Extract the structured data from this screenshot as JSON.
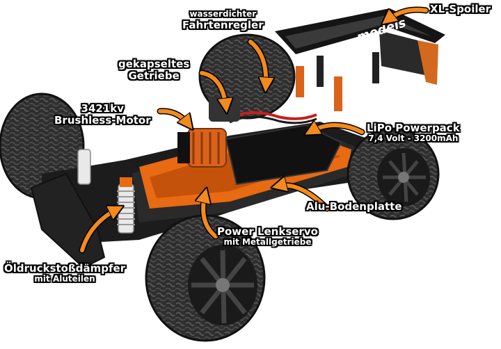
{
  "labels": {
    "xl_spoiler": "XL-Spoiler",
    "regler_line1": "wasserdichter",
    "regler_line2": "Fahrtenregler",
    "getriebe_line1": "gekapseltes",
    "getriebe_line2": "Getriebe",
    "motor_line1": "3421kv",
    "motor_line2": "Brushless-Motor",
    "lipo_line1": "LiPo Powerpack",
    "lipo_line2": "7,4 Volt - 3200mAh",
    "bodenplatte": "Alu-Bodenplatte",
    "lenkservo_line1": "Power Lenkservo",
    "lenkservo_line2": "mit Metallgetriebe",
    "daempfer_line1": "Öldruckstoßdämpfer",
    "daempfer_line2": "mit Aluteilen"
  },
  "spoiler_logo": "models",
  "colors": {
    "arrow": "#f28a1e",
    "chassis_orange": "#e86a12",
    "tire": "#2b2b2b",
    "body": "#1e1e1e"
  }
}
